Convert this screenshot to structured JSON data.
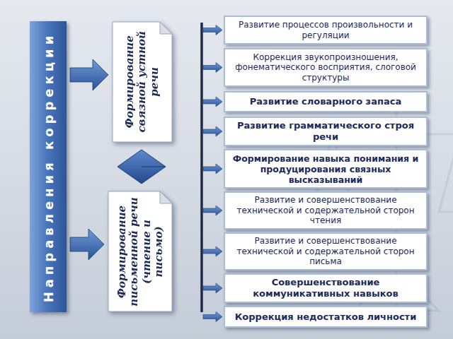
{
  "diagram": {
    "nodes": [
      {
        "text": [
          "Направления коррекции"
        ]
      },
      {
        "text": [
          "Формирование связной устной речи"
        ]
      },
      {
        "text": [
          "Формирование письменной речи (чтение и письмо)"
        ]
      },
      {
        "text": [
          "Развитие процессов произвольности и регуляции"
        ]
      },
      {
        "text": [
          "Коррекция звукопроизношения, фонематического восприятия, слоговой структуры"
        ]
      },
      {
        "text": [
          "Развитие словарного запаса"
        ]
      },
      {
        "text": [
          "Развитие грамматического строя речи"
        ]
      },
      {
        "text": [
          "Формирование навыка понимания и продуцирования связных высказываний"
        ]
      },
      {
        "text": [
          "Развитие и совершенствование технической и содержательной сторон чтения"
        ]
      },
      {
        "text": [
          "Развитие и совершенствование технической и содержательной сторон письма"
        ]
      },
      {
        "text": [
          "Совершенствование коммуникативных навыков"
        ]
      },
      {
        "text": [
          "Коррекция недостатков личности"
        ]
      }
    ],
    "edges": [
      {
        "from": 0,
        "to": 1,
        "arrow": "to"
      },
      {
        "from": 0,
        "to": 2,
        "arrow": "to"
      }
    ]
  }
}
